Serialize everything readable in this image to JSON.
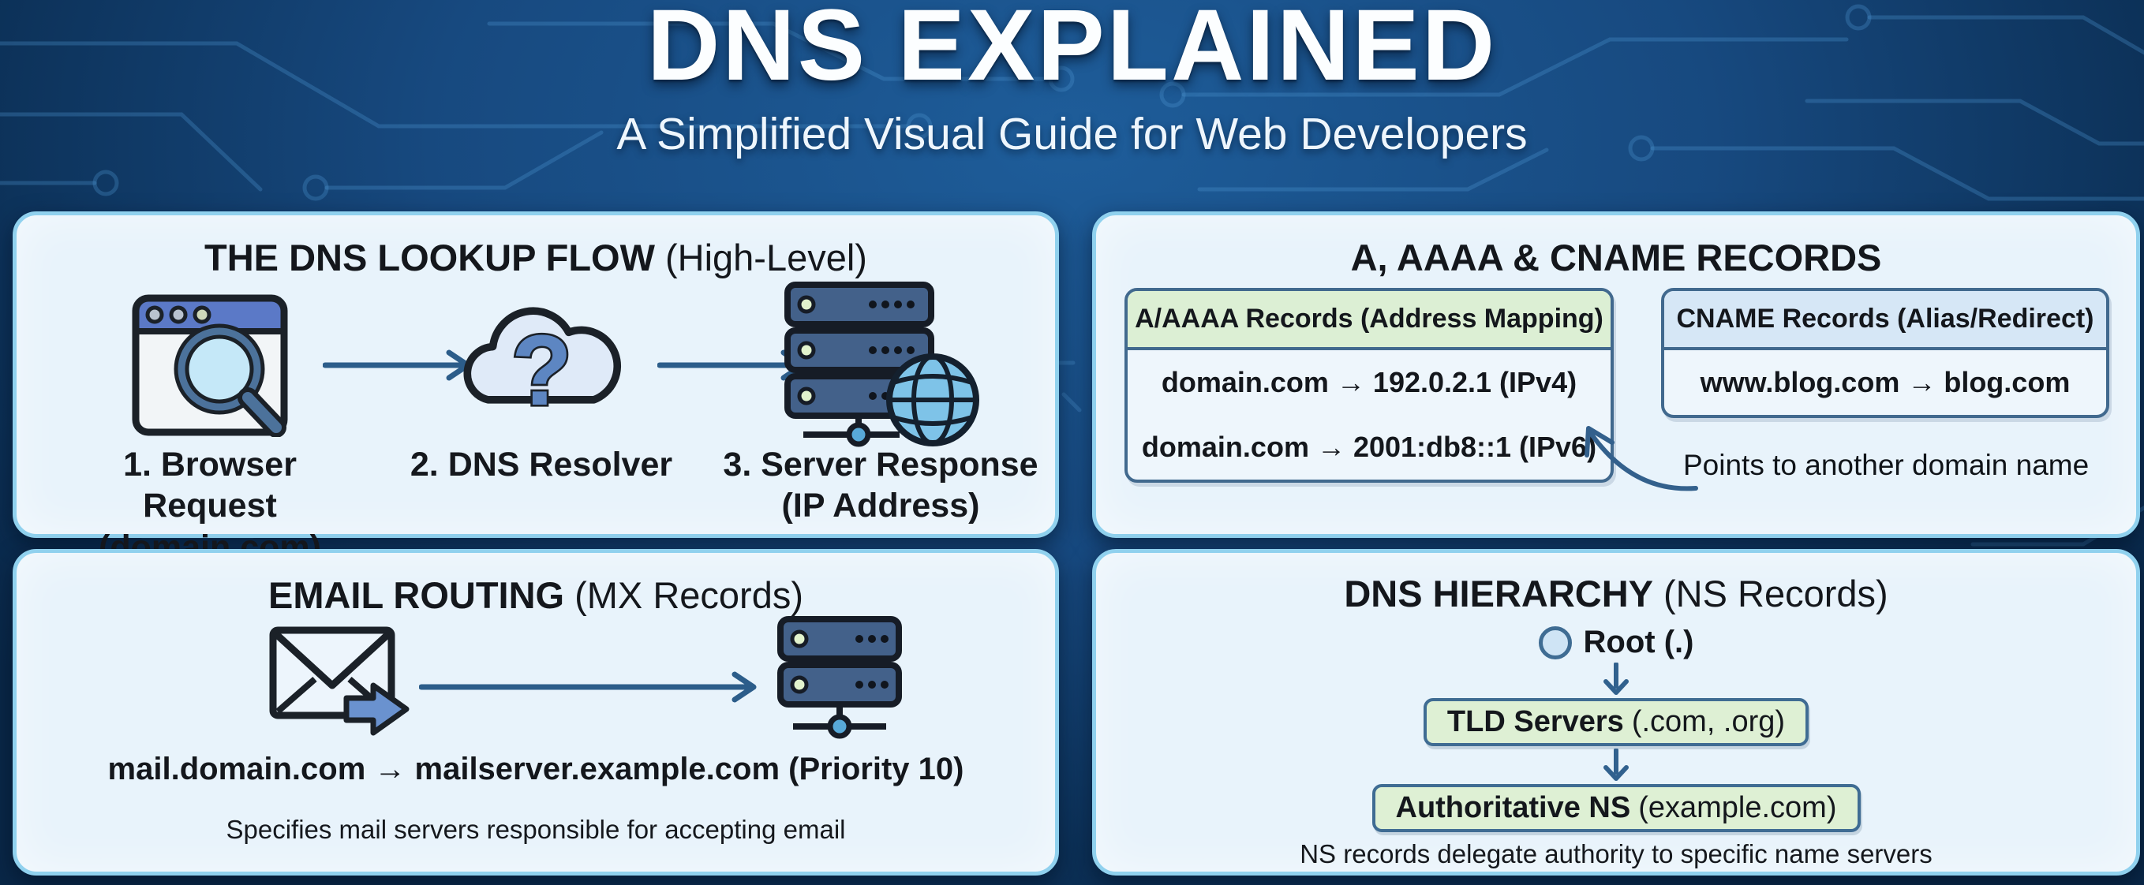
{
  "header": {
    "title": "DNS EXPLAINED",
    "subtitle": "A Simplified Visual Guide for Web Developers"
  },
  "lookup_flow": {
    "title_bold": "THE DNS LOOKUP FLOW",
    "title_rest": "(High-Level)",
    "steps": [
      {
        "label": "1. Browser Request",
        "sublabel": "(domain.com)"
      },
      {
        "label": "2. DNS Resolver",
        "sublabel": ""
      },
      {
        "label": "3. Server Response",
        "sublabel": "(IP Address)"
      }
    ]
  },
  "records": {
    "title": "A, AAAA & CNAME RECORDS",
    "a_aaaa": {
      "header": "A/AAAA Records (Address Mapping)",
      "rows": [
        "domain.com → 192.0.2.1 (IPv4)",
        "domain.com → 2001:db8::1 (IPv6)"
      ]
    },
    "cname": {
      "header": "CNAME Records (Alias/Redirect)",
      "rows": [
        "www.blog.com → blog.com"
      ]
    },
    "annotation": "Points to another domain name"
  },
  "email_routing": {
    "title_bold": "EMAIL ROUTING",
    "title_rest": "(MX Records)",
    "record": "mail.domain.com → mailserver.example.com (Priority 10)",
    "caption": "Specifies mail servers responsible for accepting email"
  },
  "hierarchy": {
    "title_bold": "DNS HIERARCHY",
    "title_rest": "(NS Records)",
    "root_label": "Root (.)",
    "tld_bold": "TLD Servers",
    "tld_rest": "(.com, .org)",
    "auth_bold": "Authoritative NS",
    "auth_rest": "(example.com)",
    "caption": "NS records delegate authority to specific name servers"
  },
  "colors": {
    "background_center": "#1e5d9a",
    "background_edge": "#092747",
    "circuit_trace": "#4e97d4",
    "panel_bg": "#e8f3fb",
    "panel_border": "#90d1ee",
    "steel_blue_accent": "#2c5d8a",
    "record_header_green": "#dcefd4",
    "record_header_blue": "#d6e7f6",
    "node_green": "#def0d4",
    "box_border": "#41698e",
    "text_dark": "#14171c",
    "text_light": "#fcfeff"
  }
}
